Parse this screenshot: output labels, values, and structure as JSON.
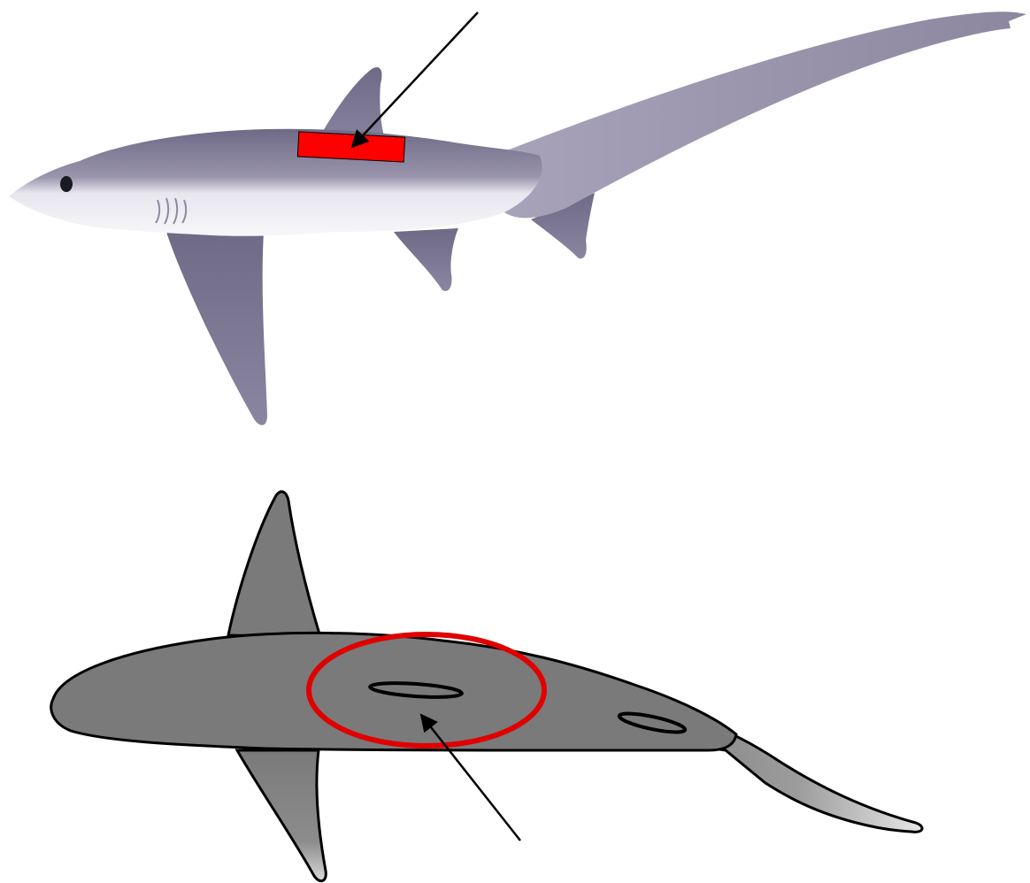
{
  "figure": {
    "panels": [
      {
        "name": "illustration-lateral",
        "subject": "thresher-shark",
        "marker": {
          "shape": "rectangle",
          "color": "#ff0000"
        },
        "arrow": {
          "color": "#000000"
        }
      },
      {
        "name": "schematic-dorsal",
        "subject": "shark-silhouette",
        "body_color": "#7a7a7a",
        "highlight": {
          "shape": "ellipse",
          "color": "#e00000"
        },
        "arrow": {
          "color": "#000000"
        }
      }
    ],
    "colors": {
      "shark_top": "#7e7a93",
      "shark_belly": "#f2f1f3",
      "fin": "#7b7791",
      "outline": "#000000",
      "background": "#ffffff"
    }
  }
}
